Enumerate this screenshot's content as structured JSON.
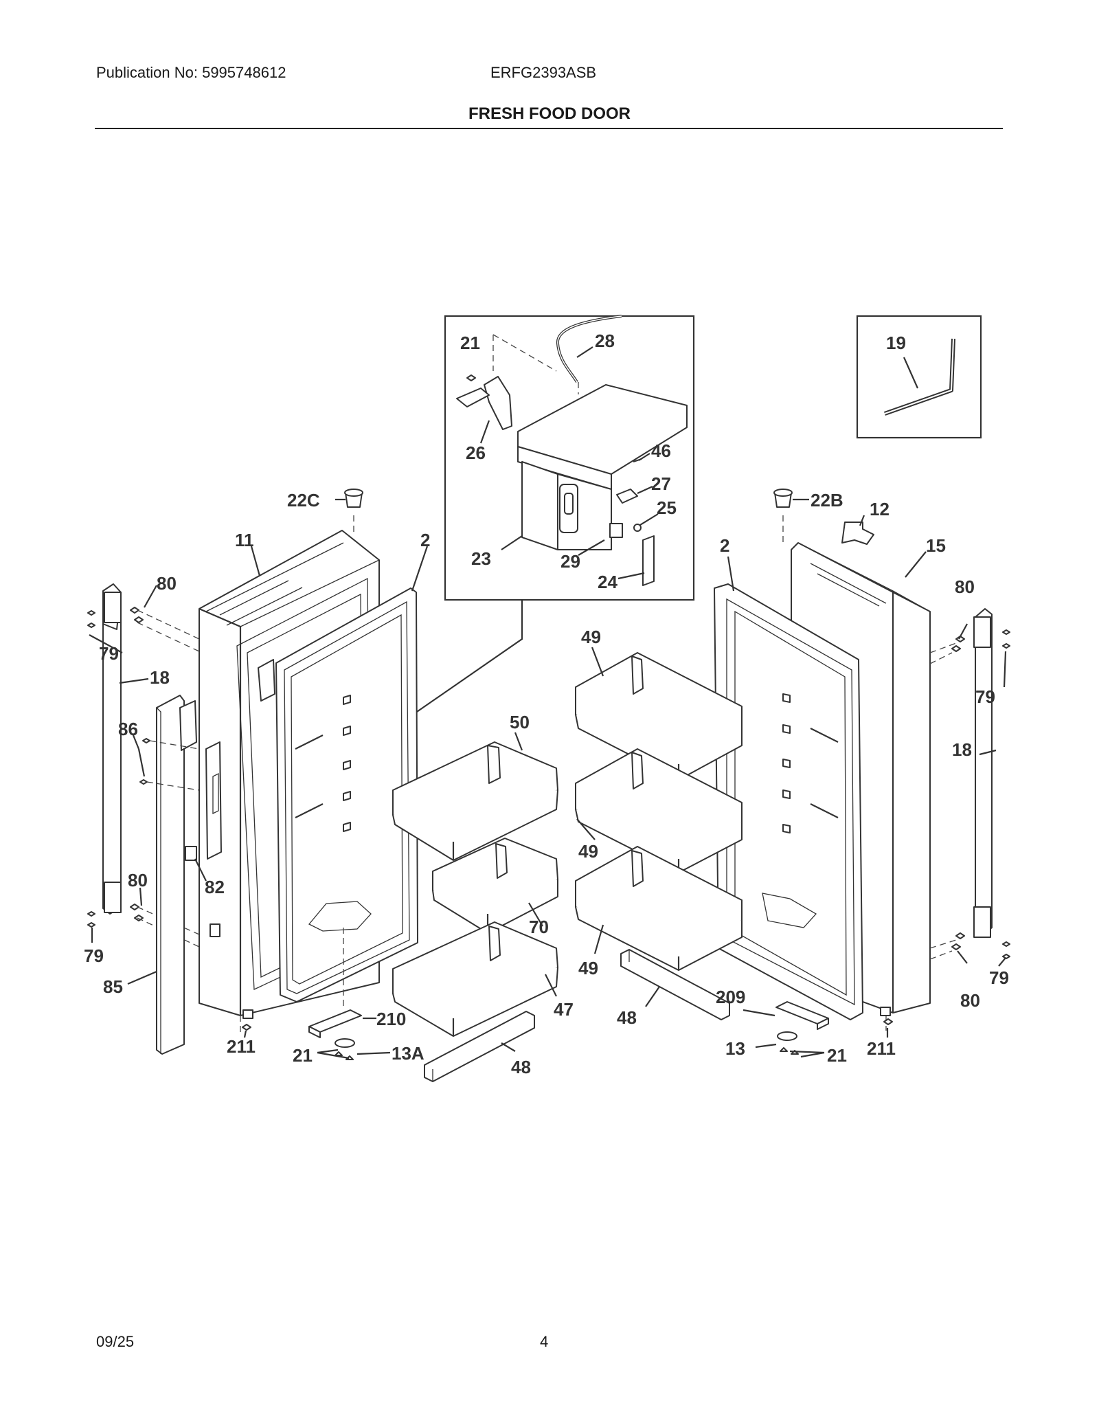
{
  "header": {
    "publication": "Publication No: 5995748612",
    "model": "ERFG2393ASB",
    "title": "FRESH FOOD DOOR"
  },
  "footer": {
    "date": "09/25",
    "page": "4"
  },
  "callouts": {
    "c_21_inset": "21",
    "c_28": "28",
    "c_26": "26",
    "c_46": "46",
    "c_27": "27",
    "c_25": "25",
    "c_23": "23",
    "c_29": "29",
    "c_24": "24",
    "c_19": "19",
    "c_22C": "22C",
    "c_22B": "22B",
    "c_12": "12",
    "c_11": "11",
    "c_2_left": "2",
    "c_2_right": "2",
    "c_15": "15",
    "c_80_tl": "80",
    "c_79_tl": "79",
    "c_18_l": "18",
    "c_86": "86",
    "c_80_bl": "80",
    "c_82": "82",
    "c_79_bl": "79",
    "c_85": "85",
    "c_80_tr": "80",
    "c_79_tr": "79",
    "c_18_r": "18",
    "c_80_br": "80",
    "c_79_br": "79",
    "c_49_top": "49",
    "c_50": "50",
    "c_49_mid": "49",
    "c_70": "70",
    "c_49_bot": "49",
    "c_47": "47",
    "c_48_mid": "48",
    "c_48_bot": "48",
    "c_210": "210",
    "c_211_l": "211",
    "c_21_l": "21",
    "c_13A": "13A",
    "c_209": "209",
    "c_13": "13",
    "c_21_r": "21",
    "c_211_r": "211"
  }
}
